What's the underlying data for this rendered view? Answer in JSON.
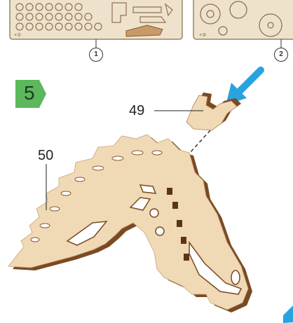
{
  "sheets": [
    {
      "number": "1",
      "tag": "+①"
    },
    {
      "number": "2",
      "tag": "+②"
    }
  ],
  "step": {
    "number": "5",
    "badge_color": "#5cb85c"
  },
  "parts": {
    "top_label": "49",
    "neck_label": "50"
  },
  "colors": {
    "wood": "#f0d9b5",
    "wood_edge": "#8b5a2b",
    "sheet": "#efe2cc",
    "arrow": "#29a3e0"
  }
}
